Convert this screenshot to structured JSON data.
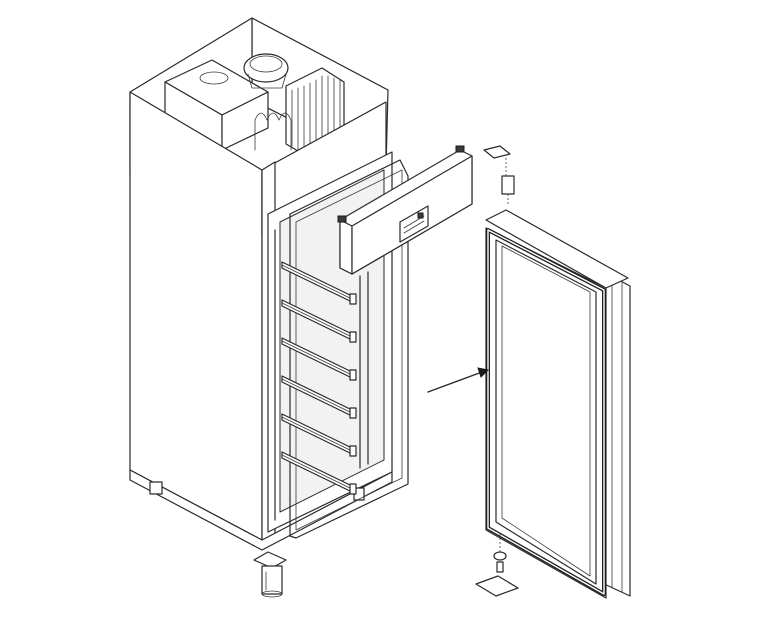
{
  "figure": {
    "components": [
      {
        "name": "cabinet-body",
        "icon": "refrigerator-cabinet"
      },
      {
        "name": "compressor-unit",
        "icon": "compressor"
      },
      {
        "name": "control-panel-cover",
        "icon": "control-panel"
      },
      {
        "name": "door",
        "icon": "door"
      },
      {
        "name": "door-gasket",
        "icon": "gasket",
        "highlighted": true
      },
      {
        "name": "top-hinge",
        "icon": "hinge"
      },
      {
        "name": "bottom-hinge",
        "icon": "hinge"
      },
      {
        "name": "adjustable-foot",
        "icon": "foot"
      }
    ],
    "shelf_count": 6,
    "colors": {
      "line": "#2a2a2a",
      "background": "#ffffff",
      "gasket": "#1f1f1f"
    }
  }
}
